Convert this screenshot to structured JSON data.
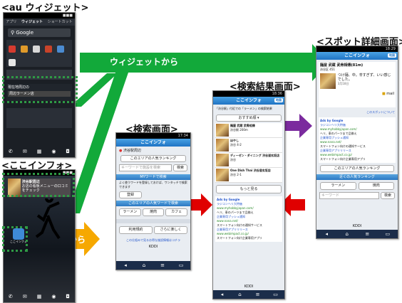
{
  "captions": {
    "au": "<au ウィジェット>",
    "koko": "<ここインフォ>",
    "search": "<検索画面>",
    "results": "<検索結果画面>",
    "spot": "<スポット詳細画面>"
  },
  "arrows": {
    "widget": "ウィジェットから",
    "app": "アプリから"
  },
  "au_phone": {
    "tabs": [
      "アプリ",
      "ウィジェット",
      "ショートカット"
    ],
    "google": "Google",
    "widget_text": "現在地周辺の",
    "widget_button": "周辺ラーメン店"
  },
  "koko_phone": {
    "banner_title": "渋谷駅周辺",
    "banner_text": "お店の看板メニューの口コミをチェック",
    "icon_label": "ここインフォ"
  },
  "search_phone": {
    "time": "17:34",
    "title": "ここインフォ",
    "location": "渋谷駅周辺",
    "ranking_button": "このエリアの人気ランキング",
    "search_placeholder": "キーワードで施設を検索",
    "search_button": "検索",
    "my_word_header": "MYワードで検索",
    "my_word_note": "よく使うワードを登録しておけば、ワンタッチで検索できます",
    "register_button": "登録",
    "popular_header": "このエリアの人気ワードで検索",
    "popular_words": [
      "ラーメン",
      "焼肉",
      "カフェ"
    ],
    "bottom_buttons": [
      "利用規約",
      "さらに楽しく"
    ],
    "footer_link": "この仕組みで見るお得な施設情報はコチラ",
    "footer": "KDDI"
  },
  "results_phone": {
    "time": "18:36",
    "title": "ここインフォ",
    "map_button": "地図",
    "query": "「渋谷駅」付近での「ラーメン」の検索結果",
    "sort_label": "おすすめ順",
    "results": [
      {
        "name": "麺屋 武蔵 武骨相傳",
        "sub": "渋谷駅 200m"
      },
      {
        "name": "ほやし",
        "sub": "渋谷 4-2"
      },
      {
        "name": "ディーゼン・ダイニング 渋谷道玄坂店",
        "sub": "渋谷"
      },
      {
        "name": "One Dish Thai 渋谷道玄坂店",
        "sub": "渋谷 2-1"
      }
    ],
    "more_button": "もっと見る",
    "ads_header": "Ads by Google",
    "ads": [
      {
        "title": "ラジコンヘリ大特価",
        "url": "www.myhobbyjapan.com/",
        "text": "ヘリ、車のパーツまで品揃え"
      },
      {
        "title": "企業専用プッシュ通知",
        "url": "www.nana.net/",
        "text": "スマートフォン向けの通知サービス"
      },
      {
        "title": "企業専用アプリリリース",
        "url": "www.webimpact.co.jp/",
        "text": "スマートフォン向け企業専用アプリ"
      }
    ],
    "footer": "KDDI"
  },
  "spot_phone": {
    "time": "18:29",
    "title": "ここインフォ",
    "map_button": "地図",
    "name": "麺屋 武蔵 武骨相傳(81m)",
    "address": "渋谷区 451",
    "comment": "つけ麺、中。辛すぎず、いい感じでした。",
    "date": "3月18日",
    "mail": "mail",
    "link": "このスポットについて",
    "ads_header": "Ads by Google",
    "ads": [
      {
        "title": "ラジコンヘリ大特価",
        "url": "www.myhobbyjapan.com/",
        "text": "ヘリ、車のパーツまで品揃え"
      },
      {
        "title": "企業専用プッシュ通知",
        "url": "www.nana.net/",
        "text": "スマートフォン向けの通知サービス"
      },
      {
        "title": "企業専用アプリリリース",
        "url": "www.webimpact.co.jp/",
        "text": "スマートフォン向け企業専用アプリ"
      }
    ],
    "ranking_button": "このエリアの人気ランキング",
    "popular_header": "近くの人気ランキング",
    "popular_words": [
      "ラーメン",
      "焼肉"
    ],
    "search_placeholder": "キーワード",
    "search_button": "検索",
    "footer": "KDDI"
  },
  "colors": {
    "arrow_green": "#12a93a",
    "arrow_orange": "#f6a800",
    "arrow_red": "#e00000",
    "arrow_purple": "#7b2b9e",
    "dotted_green": "#2f9a45"
  }
}
